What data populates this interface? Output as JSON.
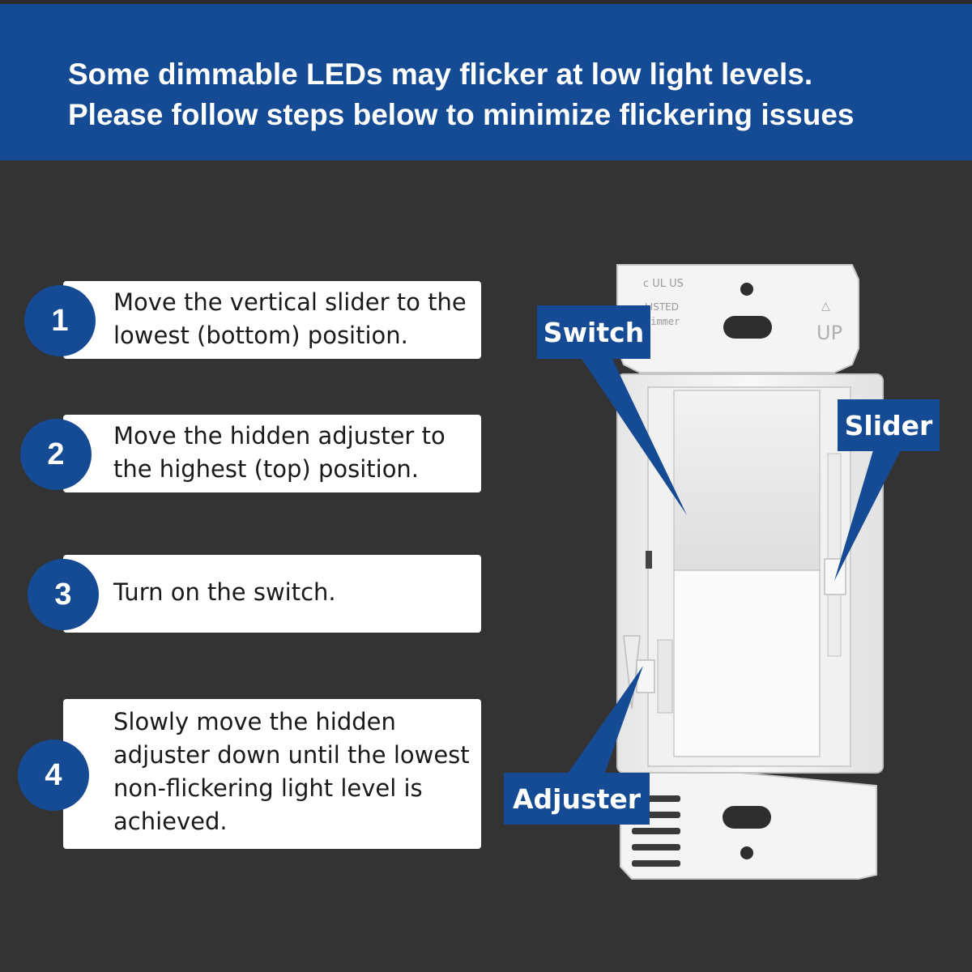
{
  "banner": {
    "line1": "Some dimmable LEDs may flicker at low light levels.",
    "line2": "Please follow steps below to minimize flickering issues"
  },
  "steps": [
    {
      "number": "1",
      "text": "Move the vertical slider to the lowest (bottom) position."
    },
    {
      "number": "2",
      "text": "Move the hidden adjuster to the highest (top) position."
    },
    {
      "number": "3",
      "text": "Turn on the switch."
    },
    {
      "number": "4",
      "text": "Slowly move the hidden adjuster down until the lowest non-flickering light level is achieved."
    }
  ],
  "callouts": {
    "switch": "Switch",
    "slider": "Slider",
    "adjuster": "Adjuster"
  },
  "device_markings": {
    "cert": "c UL US",
    "listed": "LISTED",
    "dimmer": "Dimmer",
    "up": "UP"
  },
  "colors": {
    "brand_blue": "#154b94",
    "background": "#333333",
    "card": "#ffffff"
  }
}
